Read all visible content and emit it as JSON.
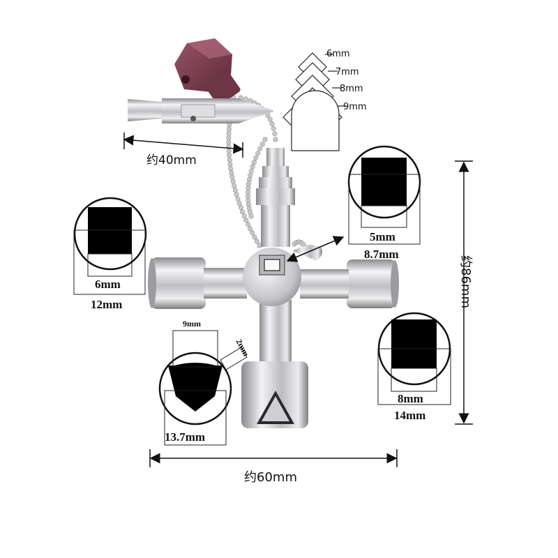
{
  "product": {
    "handle_color": "#7b3f4f",
    "metal_color": "#d9d9dc",
    "profile_color": "#000000"
  },
  "dimensions": {
    "screwdriver_length": "约40mm",
    "overall_width": "约60mm",
    "overall_height": "约86mm"
  },
  "step_key_sizes": [
    "6mm",
    "7mm",
    "8mm",
    "9mm"
  ],
  "callouts": {
    "top_right": {
      "inner": "5mm",
      "outer": "8.7mm"
    },
    "left": {
      "inner": "6mm",
      "outer": "12mm"
    },
    "bottom_right": {
      "inner": "8mm",
      "outer": "14mm"
    },
    "triangle": {
      "top": "9mm",
      "side": "2mm",
      "outer": "13.7mm"
    }
  }
}
